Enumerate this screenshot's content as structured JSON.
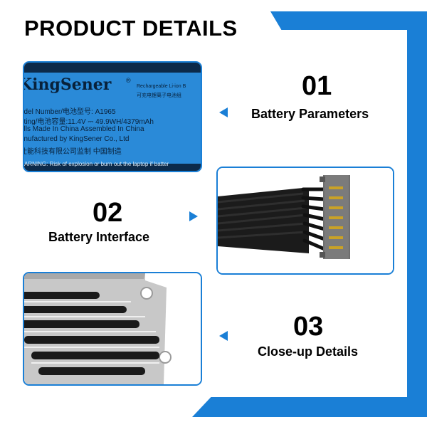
{
  "header": {
    "title": "PRODUCT DETAILS"
  },
  "colors": {
    "accent": "#1a7fd6"
  },
  "label": {
    "brand": "KingSener",
    "reg": "®",
    "rech1": "Rechargeable Li-ion B",
    "rech2": "可充电锂离子电池组",
    "line1": "odel Number/电池型号: A1965",
    "line2": "ating/电池容量:11.4V ⎓ 49.9WH/4379mAh",
    "line3": "ells Made In China  Assembled In China",
    "line4": "anufactured by KingSener Co., Ltd",
    "line5": "仕能科技有限公司监制    中国制造",
    "warning": "ARNING: Risk of explosion or burn out the laptop if batter"
  },
  "sections": [
    {
      "number": "01",
      "caption": "Battery Parameters"
    },
    {
      "number": "02",
      "caption": "Battery Interface"
    },
    {
      "number": "03",
      "caption": "Close-up Details"
    }
  ]
}
